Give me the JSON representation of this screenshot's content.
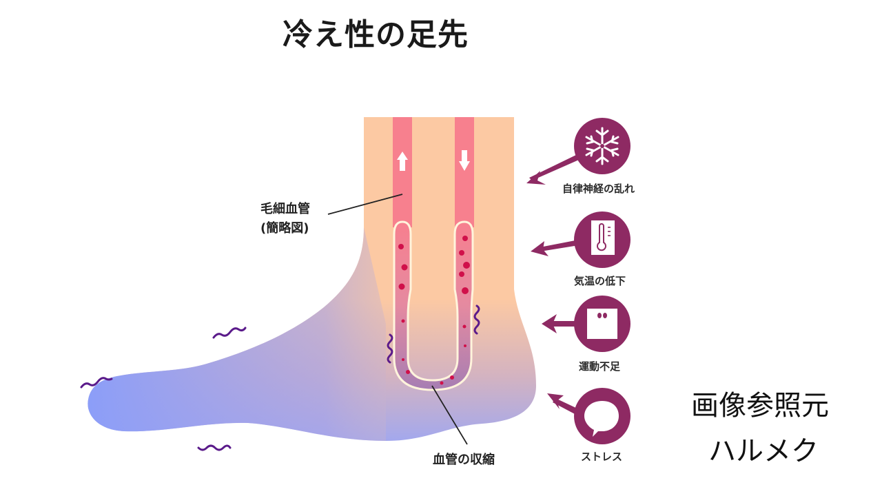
{
  "title": "冷え性の足先",
  "labels": {
    "capillary_line1": "毛細血管",
    "capillary_line2": "(簡略図)",
    "vasoconstriction": "血管の収縮"
  },
  "causes": [
    {
      "label": "自律神経の乱れ",
      "icon": "snowflake-icon"
    },
    {
      "label": "気温の低下",
      "icon": "thermometer-icon"
    },
    {
      "label": "運動不足",
      "icon": "scale-icon"
    },
    {
      "label": "ストレス",
      "icon": "speech-bubble-icon"
    }
  ],
  "credit": {
    "line1": "画像参照元",
    "line2": "ハルメク"
  },
  "colors": {
    "skin_warm": "#fcc9a3",
    "skin_cold": "#8c9ef5",
    "vessel": "#f77f8e",
    "vessel_cold": "#b07fb0",
    "blood_cell": "#d0104a",
    "accent_purple": "#8e2a63",
    "shiver": "#5a1a8a"
  }
}
